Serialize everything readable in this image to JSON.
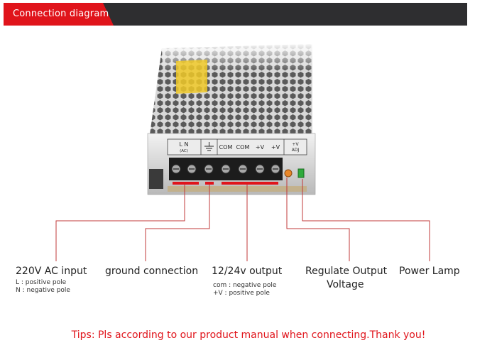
{
  "header": {
    "title": "Connection diagram"
  },
  "terminal_labels": {
    "ln": "L  N",
    "ac": "(AC)",
    "com1": "COM",
    "com2": "COM",
    "v1": "+V",
    "v2": "+V",
    "adj_v": "+V",
    "adj": "ADJ"
  },
  "labels": {
    "ac_input": "220V AC input",
    "ac_sub": [
      "L : positive pole",
      "N : negative pole"
    ],
    "ground": "ground connection",
    "output": "12/24v output",
    "output_sub": [
      "com : negative pole",
      "+V : positive pole"
    ],
    "regulate_line1": "Regulate Output",
    "regulate_line2": "Voltage",
    "power_lamp": "Power Lamp"
  },
  "footer": {
    "tips": "Tips: Pls according to our product manual when connecting.Thank you!"
  },
  "colors": {
    "accent": "#e0141b",
    "header_bg": "#2e2e30",
    "line": "#c03838"
  }
}
